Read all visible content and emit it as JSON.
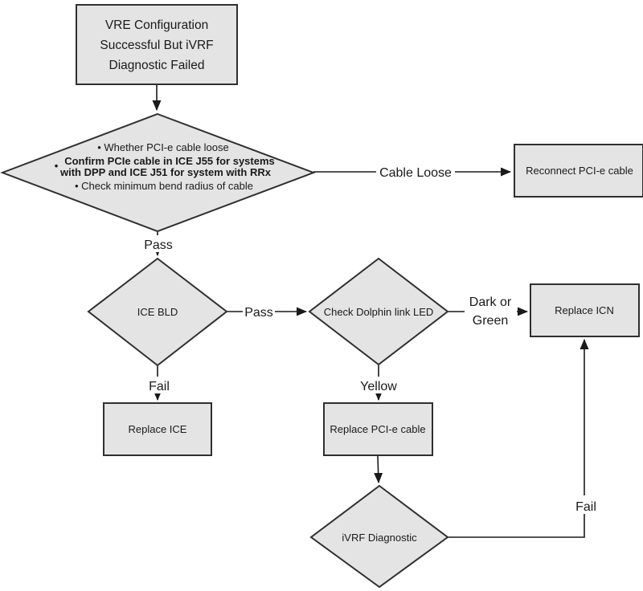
{
  "colors": {
    "node_fill": "#e4e4e4",
    "node_border": "#2f2f2f",
    "line": "#1a1a1a",
    "text": "#1a1a1a",
    "background": "#ffffff"
  },
  "nodes": {
    "start": {
      "line1": "VRE Configuration",
      "line2": "Successful But iVRF",
      "line3": "Diagnostic Failed"
    },
    "cable_check": {
      "bullet1": "• Whether PCI-e cable loose",
      "bullet2_marker": "•",
      "bullet2_line1": "Confirm PCIe cable in ICE J55 for systems",
      "bullet2_line2": "with DPP and ICE J51 for system with RRx",
      "bullet3": "• Check minimum bend radius of cable"
    },
    "reconnect_cable": {
      "label": "Reconnect PCI-e cable"
    },
    "ice_bld": {
      "label": "ICE BLD"
    },
    "dolphin_led": {
      "label": "Check Dolphin link LED"
    },
    "replace_icn": {
      "label": "Replace ICN"
    },
    "replace_ice": {
      "label": "Replace ICE"
    },
    "replace_pcie": {
      "label": "Replace PCI-e cable"
    },
    "ivrf_diag": {
      "label": "iVRF Diagnostic"
    }
  },
  "edges": {
    "cable_loose_label": "Cable Loose",
    "pass_down_label": "Pass",
    "pass_right_label": "Pass",
    "dark_green_line1": "Dark or",
    "dark_green_line2": "Green",
    "fail_down_label": "Fail",
    "yellow_label": "Yellow",
    "fail_up_label": "Fail"
  }
}
